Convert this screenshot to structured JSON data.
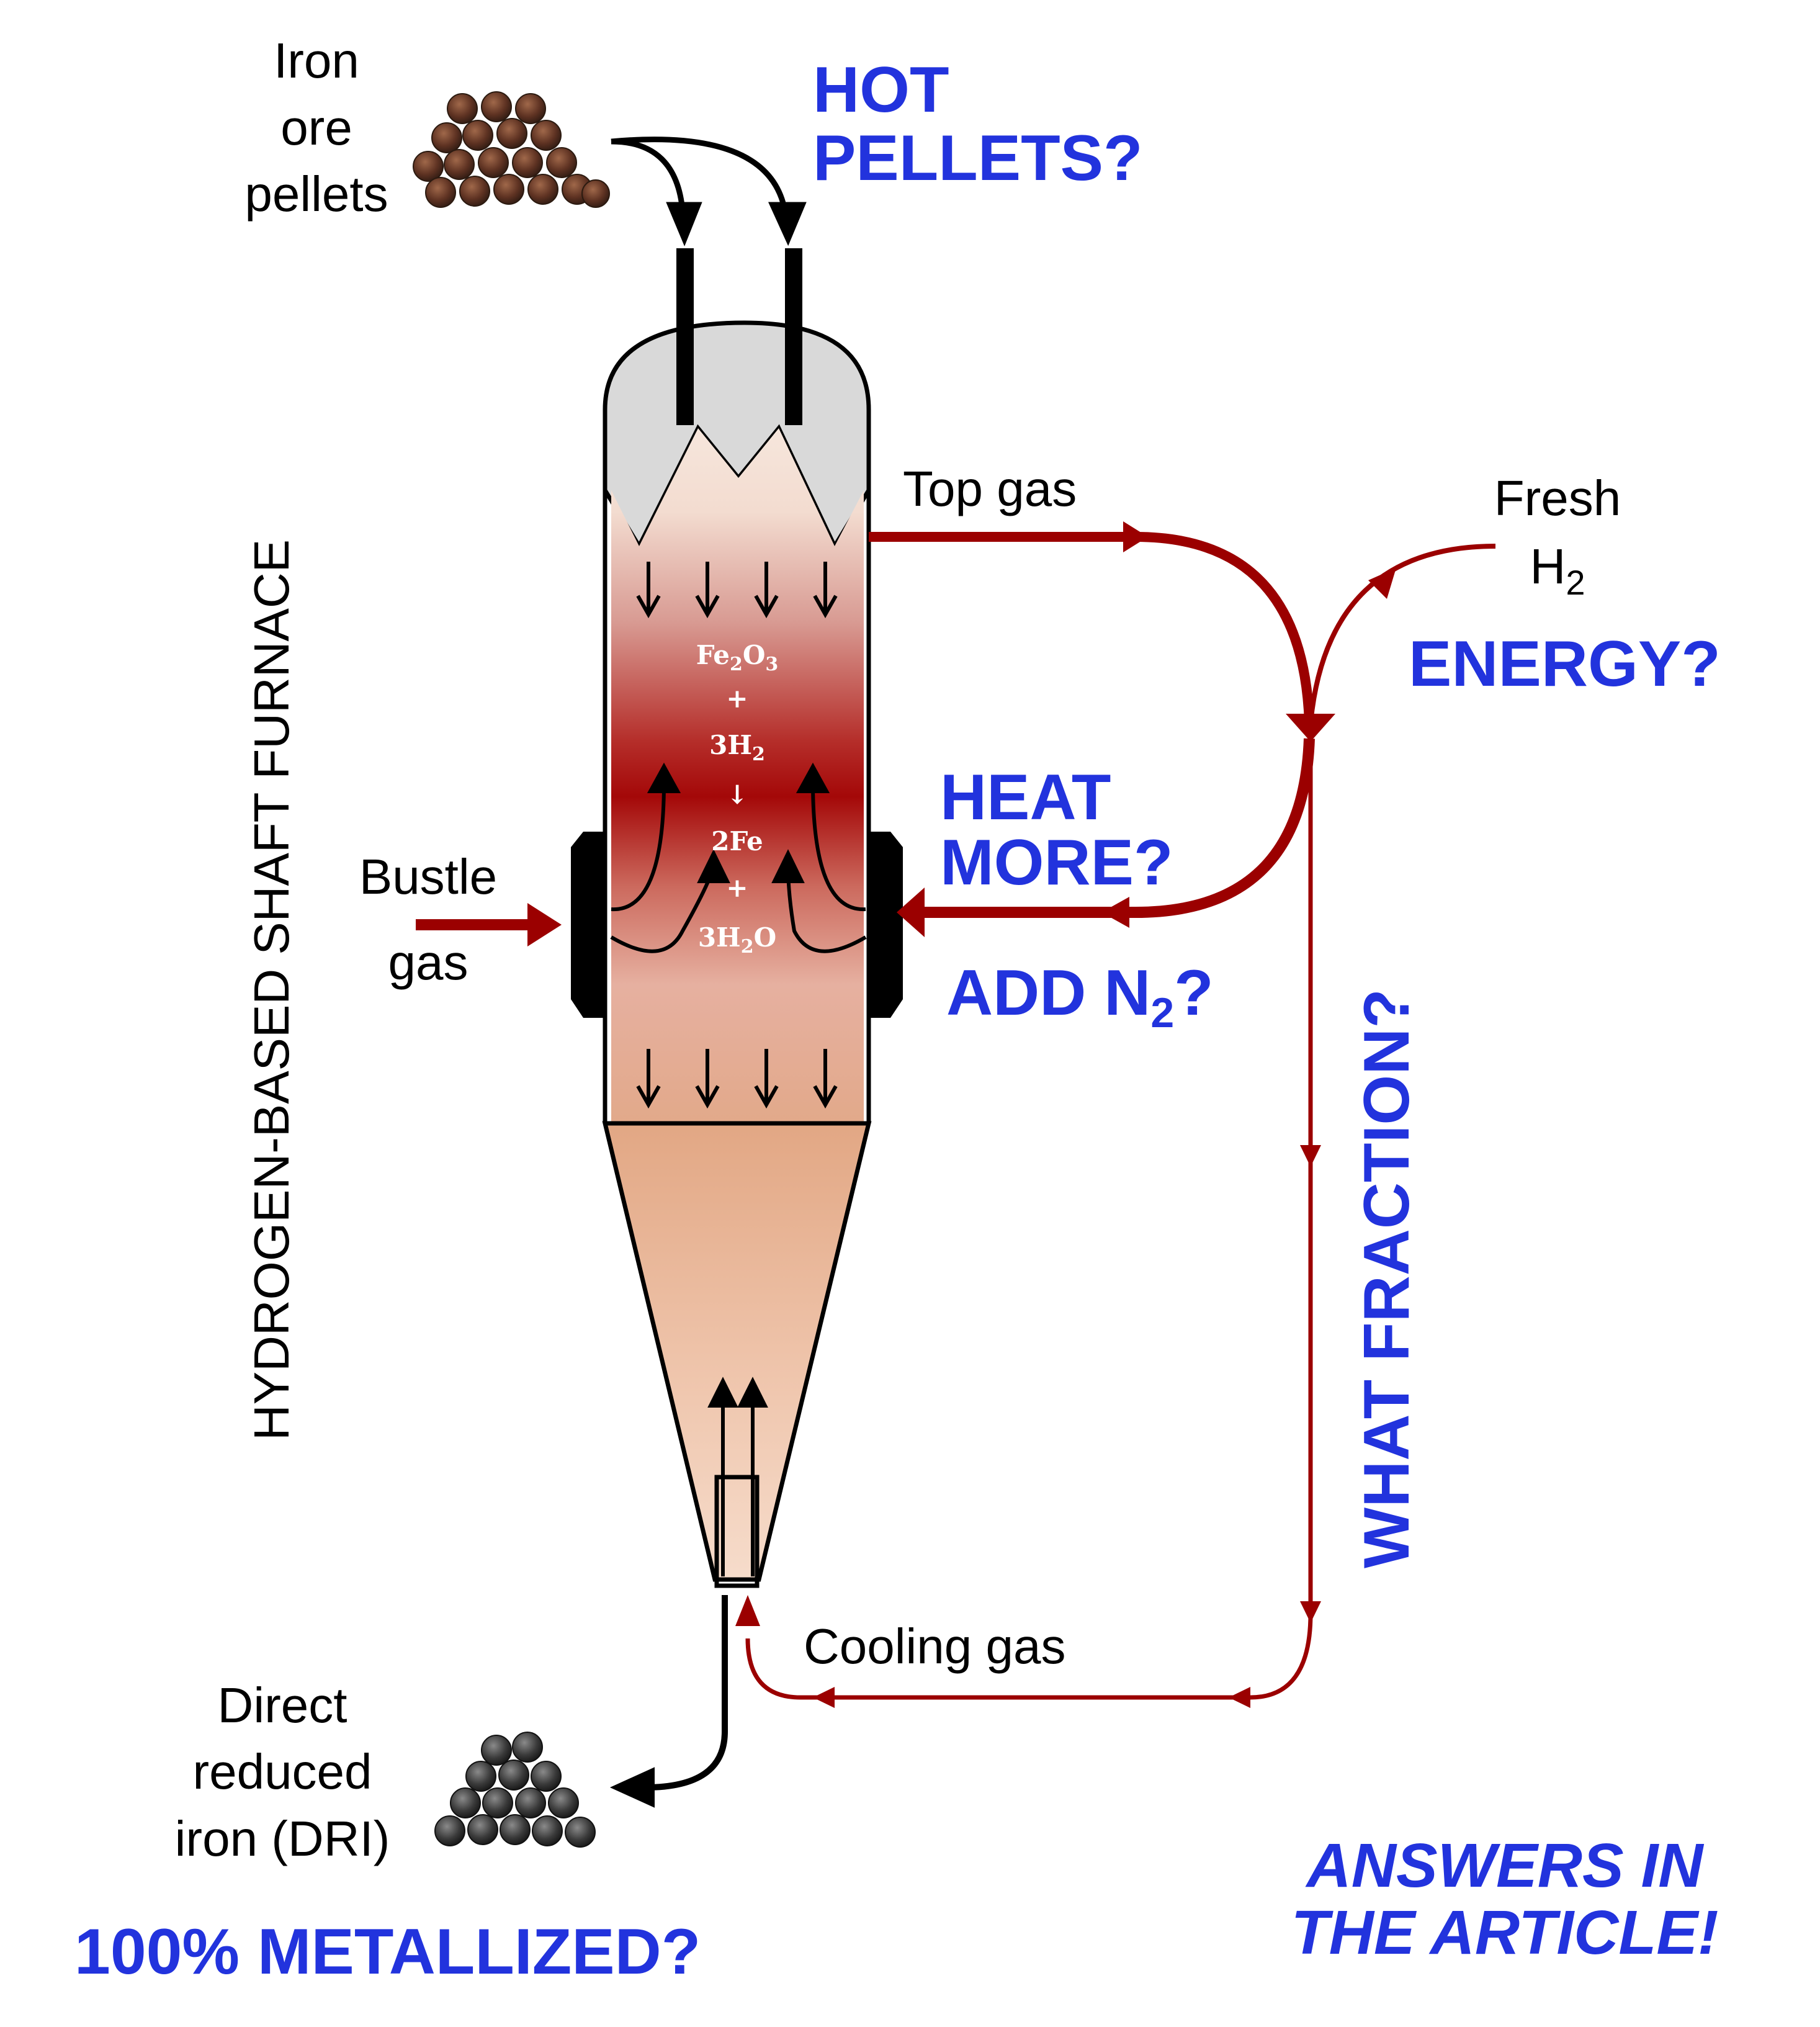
{
  "colors": {
    "question": "#2233dd",
    "gas_line": "#9b0000",
    "furnace_top_light": "#f5e3d8",
    "furnace_hot": "#a60a0a",
    "furnace_cone": "#e2a984",
    "dome": "#d9d9d9",
    "pellet_ore": "#6b3a2a",
    "pellet_dri": "#3a3a3a"
  },
  "labels": {
    "iron_ore_pellets": [
      "Iron",
      "ore",
      "pellets"
    ],
    "top_gas": "Top gas",
    "fresh_h2": {
      "line1": "Fresh",
      "h": "H",
      "sub": "2"
    },
    "bustle_gas": [
      "Bustle",
      "gas"
    ],
    "cooling_gas": "Cooling gas",
    "dri": [
      "Direct",
      "reduced",
      "iron (DRI)"
    ],
    "furnace_title": "HYDROGEN-BASED SHAFT FURNACE"
  },
  "reaction": {
    "reactant1": {
      "a": "Fe",
      "s1": "2",
      "b": "O",
      "s2": "3"
    },
    "plus1": "+",
    "reactant2": {
      "a": "3H",
      "s1": "2"
    },
    "arrow": "↓",
    "product1": "2Fe",
    "plus2": "+",
    "product2": {
      "a": "3H",
      "s1": "2",
      "b": "O"
    }
  },
  "questions": {
    "hot_pellets": [
      "HOT",
      "PELLETS?"
    ],
    "energy": "ENERGY?",
    "heat_more": [
      "HEAT",
      "MORE?"
    ],
    "add_n2": {
      "a": "ADD N",
      "sub": "2",
      "b": "?"
    },
    "what_fraction": "WHAT FRACTION?",
    "metallized": "100% METALLIZED?",
    "answers": [
      "ANSWERS IN",
      "THE ARTICLE!"
    ]
  }
}
